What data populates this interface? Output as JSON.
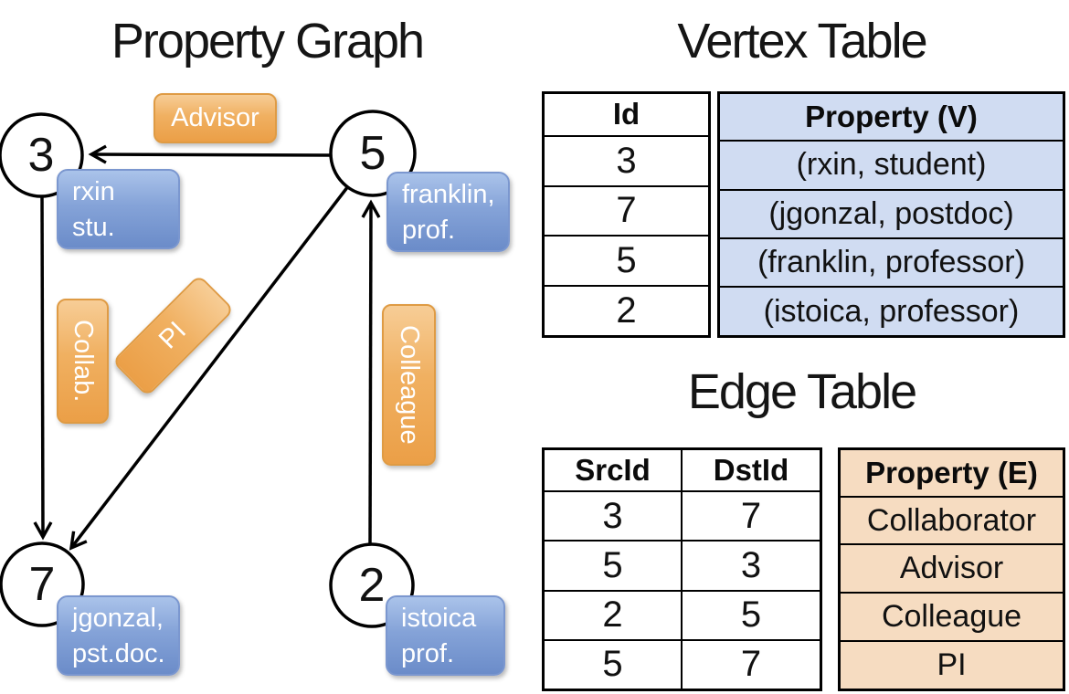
{
  "titles": {
    "graph": "Property Graph",
    "vertex_table": "Vertex Table",
    "edge_table": "Edge Table"
  },
  "graph": {
    "nodes": [
      {
        "id": "3",
        "label_lines": [
          "rxin",
          "stu."
        ]
      },
      {
        "id": "5",
        "label_lines": [
          "franklin,",
          "prof."
        ]
      },
      {
        "id": "7",
        "label_lines": [
          "jgonzal,",
          "pst.doc."
        ]
      },
      {
        "id": "2",
        "label_lines": [
          "istoica",
          "prof."
        ]
      }
    ],
    "edge_labels": [
      {
        "text": "Advisor",
        "orientation": "horizontal"
      },
      {
        "text": "Collab.",
        "orientation": "vertical"
      },
      {
        "text": "PI",
        "orientation": "diagonal"
      },
      {
        "text": "Colleague",
        "orientation": "vertical"
      }
    ],
    "edges": [
      {
        "from": "5",
        "to": "3",
        "label": "Advisor"
      },
      {
        "from": "3",
        "to": "7",
        "label": "Collab."
      },
      {
        "from": "5",
        "to": "7",
        "label": "PI"
      },
      {
        "from": "2",
        "to": "5",
        "label": "Colleague"
      }
    ]
  },
  "vertex_table": {
    "headers": [
      "Id",
      "Property (V)"
    ],
    "rows": [
      [
        "3",
        "(rxin, student)"
      ],
      [
        "7",
        "(jgonzal, postdoc)"
      ],
      [
        "5",
        "(franklin, professor)"
      ],
      [
        "2",
        "(istoica, professor)"
      ]
    ]
  },
  "edge_table": {
    "headers": [
      "SrcId",
      "DstId",
      "Property (E)"
    ],
    "rows": [
      [
        "3",
        "7",
        "Collaborator"
      ],
      [
        "5",
        "3",
        "Advisor"
      ],
      [
        "2",
        "5",
        "Colleague"
      ],
      [
        "5",
        "7",
        "PI"
      ]
    ]
  },
  "colors": {
    "vertex_cell_bg": "#d0dcf2",
    "edge_cell_bg": "#f6dcc1",
    "node_box_blue": "#6b8cc9",
    "edge_label_orange": "#eb9f47",
    "line_black": "#000000"
  }
}
